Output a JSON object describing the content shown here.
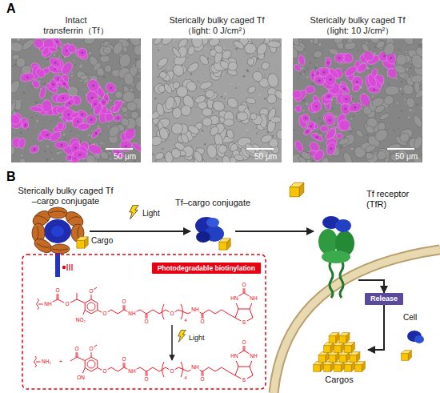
{
  "diagram": {
    "nodes": [
      {
        "text": [
          "Intact transferrin（Tf）",
          "50 μm"
        ]
      },
      {
        "text": [
          "Sterically bulky caged Tf （light: 0 J/cm²）",
          "50 μm"
        ]
      },
      {
        "text": [
          "Sterically bulky caged Tf （light: 10 J/cm²）",
          "50 μm"
        ]
      },
      {
        "text": [
          "Sterically bulky caged Tf –cargo conjugate"
        ]
      },
      {
        "text": [
          "Tf–cargo conjugate"
        ]
      },
      {
        "text": [
          "Tf receptor (TfR)"
        ]
      },
      {
        "text": [
          "Release"
        ]
      },
      {
        "text": [
          "Cargos"
        ]
      },
      {
        "text": [
          "Photodegradable biotinylation"
        ]
      }
    ],
    "edges": [
      {
        "from": 3,
        "to": 4,
        "arrow": "to",
        "label": "Light"
      },
      {
        "from": 4,
        "to": 5,
        "arrow": "to"
      },
      {
        "from": 5,
        "to": 6,
        "arrow": "to"
      },
      {
        "from": 6,
        "to": 7,
        "arrow": "to"
      }
    ],
    "labels": [
      "A",
      "B",
      "Cargo",
      "Cell",
      "Light",
      "NH",
      "O",
      "O",
      "NO₂",
      "O",
      "O",
      "O",
      "NH",
      "O",
      "O",
      "4",
      "NH",
      "O",
      "HN",
      "NH",
      "O",
      "S",
      "NH₂",
      "+",
      "O",
      "ON",
      "O",
      "O",
      "O",
      "NH",
      "O",
      "O",
      "4",
      "NH",
      "O",
      "HN",
      "NH",
      "O",
      "S"
    ]
  }
}
